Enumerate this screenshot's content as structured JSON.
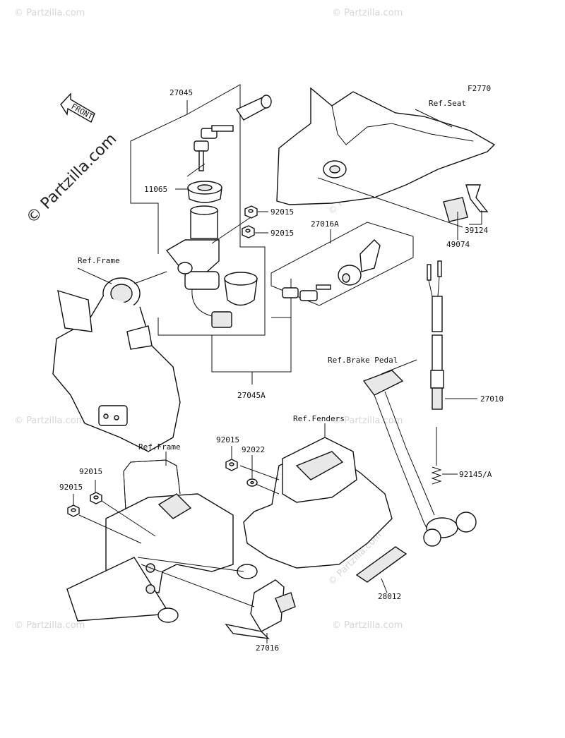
{
  "figure_code": "F2770",
  "watermark": "© Partzilla.com",
  "front_indicator": "FRONT",
  "labels": {
    "p27045": "27045",
    "p11065": "11065",
    "p92015_a": "92015",
    "p92015_b": "92015",
    "p27016A": "27016A",
    "ref_frame_top": "Ref.Frame",
    "p27045A": "27045A",
    "ref_seat": "Ref.Seat",
    "p39124": "39124",
    "p49074": "49074",
    "ref_brake_pedal": "Ref.Brake Pedal",
    "p27010": "27010",
    "ref_fenders": "Ref.Fenders",
    "p92015_c": "92015",
    "p92022": "92022",
    "ref_frame_bottom": "Ref.Frame",
    "p92015_d": "92015",
    "p92015_e": "92015",
    "p92145A": "92145/A",
    "p28012": "28012",
    "p27016": "27016"
  }
}
